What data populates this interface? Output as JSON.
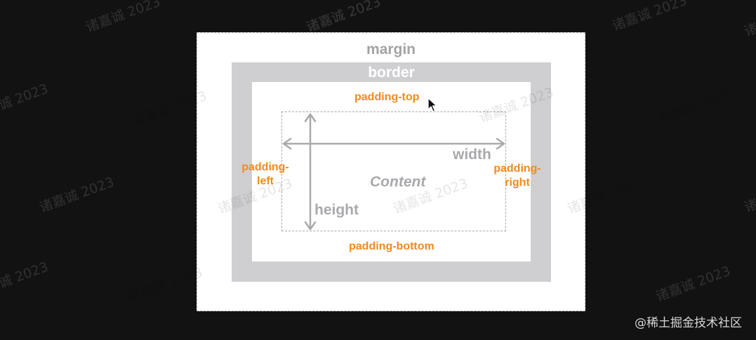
{
  "diagram": {
    "margin_label": "margin",
    "border_label": "border",
    "padding_top_label": "padding-top",
    "padding_bottom_label": "padding-bottom",
    "padding_left_label_line1": "padding-",
    "padding_left_label_line2": "left",
    "padding_right_label_line1": "padding-",
    "padding_right_label_line2": "right",
    "width_label": "width",
    "height_label": "height",
    "content_label": "Content"
  },
  "watermark_text": "诸嘉诚 2023",
  "credit": "@稀土掘金技术社区",
  "colors": {
    "background": "#121212",
    "margin_fill": "#ffffff",
    "border_fill": "#cfcfd2",
    "padding_label": "#f28a1c",
    "dimension_gray": "#a9a9ad"
  },
  "cursor_icon": "mouse-pointer-icon"
}
